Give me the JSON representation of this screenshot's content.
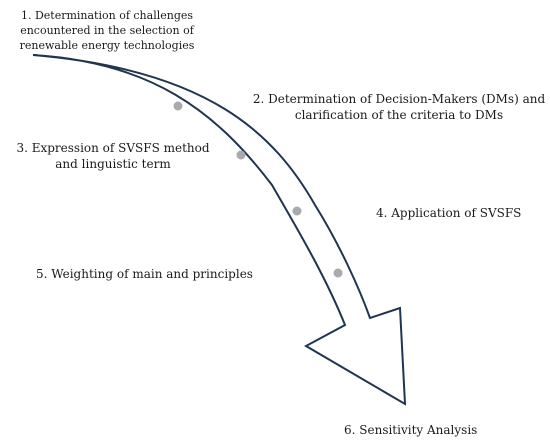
{
  "diagram": {
    "steps": [
      {
        "lines": [
          "1. Determination of challenges",
          "encountered in the selection of",
          "renewable energy technologies"
        ]
      },
      {
        "lines": [
          "2. Determination of Decision-Makers (DMs) and",
          "clarification of the criteria to DMs"
        ]
      },
      {
        "lines": [
          "3. Expression of SVSFS method",
          "and linguistic term"
        ]
      },
      {
        "lines": [
          "4. Application of SVSFS"
        ]
      },
      {
        "lines": [
          "5. Weighting of main and principles"
        ]
      },
      {
        "lines": [
          "6. Sensitivity Analysis"
        ]
      }
    ],
    "colors": {
      "arrow_stroke": "#1f3550",
      "arrow_fill": "#ffffff",
      "marker_dot": "#a9aaad",
      "text": "#1a1a1a"
    }
  }
}
